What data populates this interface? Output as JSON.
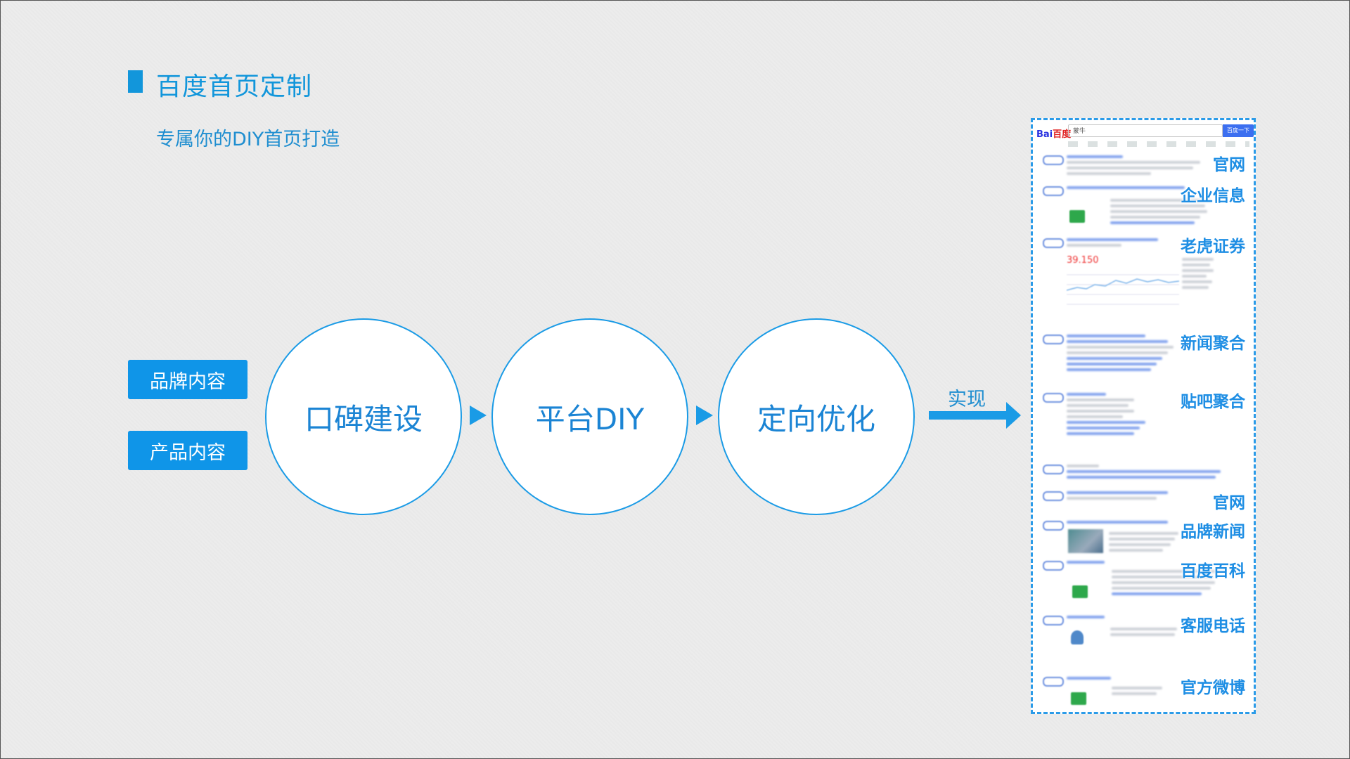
{
  "header": {
    "title": "百度首页定制",
    "subtitle": "专属你的DIY首页打造"
  },
  "inputs": [
    {
      "label": "品牌内容"
    },
    {
      "label": "产品内容"
    }
  ],
  "process_steps": [
    {
      "label": "口碑建设"
    },
    {
      "label": "平台DIY"
    },
    {
      "label": "定向优化"
    }
  ],
  "arrow": {
    "label": "实现"
  },
  "mockup": {
    "logo_bai": "Bai",
    "logo_du": "百度",
    "search_query": "蒙牛",
    "search_button": "百度一下",
    "price": "39.150",
    "sections": [
      {
        "label": "官网"
      },
      {
        "label": "企业信息"
      },
      {
        "label": "老虎证券"
      },
      {
        "label": "新闻聚合"
      },
      {
        "label": "贴吧聚合"
      },
      {
        "label": "官网"
      },
      {
        "label": "品牌新闻"
      },
      {
        "label": "百度百科"
      },
      {
        "label": "客服电话"
      },
      {
        "label": "官方微博"
      }
    ]
  },
  "colors": {
    "accent": "#1296db",
    "tag_bg": "#0f95e8",
    "circle_border": "#1a9be6",
    "background": "#ececec"
  }
}
